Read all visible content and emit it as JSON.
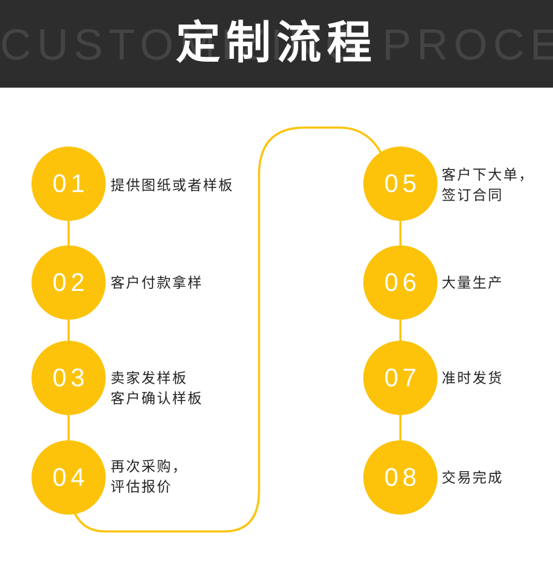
{
  "header": {
    "background_text": "CUSTOMIZING PROCESSES",
    "title": "定制流程"
  },
  "colors": {
    "header_bg": "#2d2d2d",
    "accent": "#fcc30a",
    "text": "#222222"
  },
  "steps": [
    {
      "num": "01",
      "lines": [
        "提供图纸或者样板"
      ]
    },
    {
      "num": "02",
      "lines": [
        "客户付款拿样"
      ]
    },
    {
      "num": "03",
      "lines": [
        "卖家发样板",
        "客户确认样板"
      ]
    },
    {
      "num": "04",
      "lines": [
        "再次采购，",
        "评估报价"
      ]
    },
    {
      "num": "05",
      "lines": [
        "客户下大单，",
        "签订合同"
      ]
    },
    {
      "num": "06",
      "lines": [
        "大量生产"
      ]
    },
    {
      "num": "07",
      "lines": [
        "准时发货"
      ]
    },
    {
      "num": "08",
      "lines": [
        "交易完成"
      ]
    }
  ]
}
